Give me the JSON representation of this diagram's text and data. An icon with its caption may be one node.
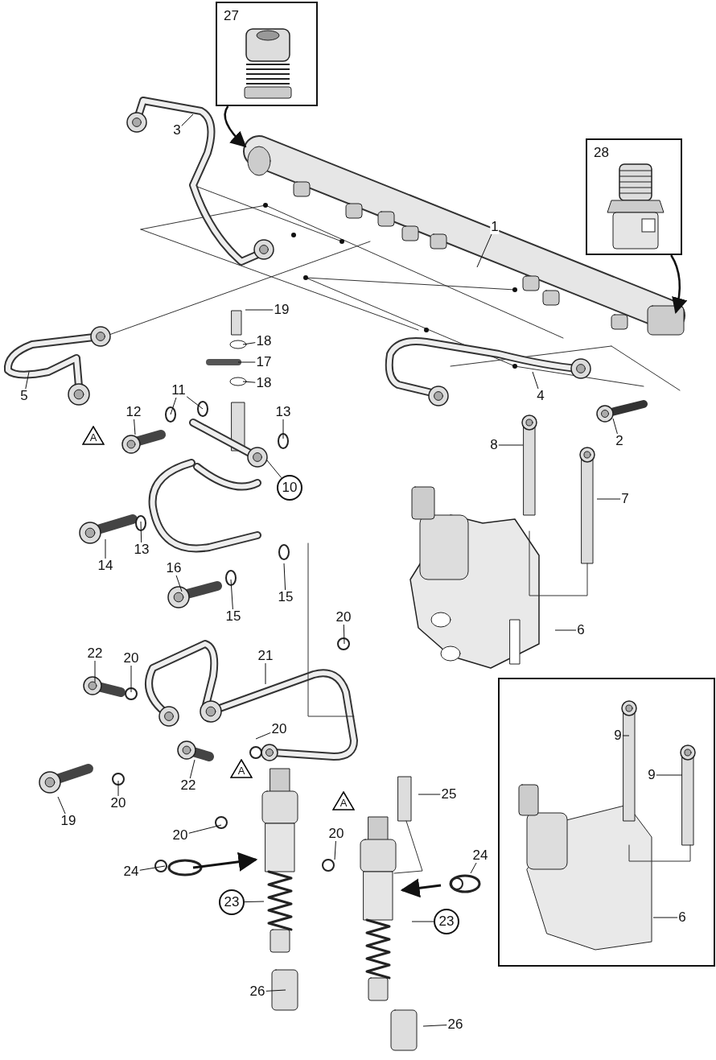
{
  "diagram": {
    "nodes": [
      {
        "text": [
          "27"
        ]
      },
      {
        "text": [
          "28"
        ]
      },
      {
        "text": [
          "3"
        ]
      },
      {
        "text": [
          "1"
        ]
      },
      {
        "text": [
          "19"
        ]
      },
      {
        "text": [
          "18"
        ]
      },
      {
        "text": [
          "17"
        ]
      },
      {
        "text": [
          "18"
        ]
      },
      {
        "text": [
          "5"
        ]
      },
      {
        "text": [
          "11"
        ]
      },
      {
        "text": [
          "4"
        ]
      },
      {
        "text": [
          "12"
        ]
      },
      {
        "text": [
          "13"
        ]
      },
      {
        "text": [
          "A"
        ]
      },
      {
        "text": [
          "2"
        ]
      },
      {
        "text": [
          "8"
        ]
      },
      {
        "text": [
          "10"
        ]
      },
      {
        "text": [
          "7"
        ]
      },
      {
        "text": [
          "14"
        ]
      },
      {
        "text": [
          "13"
        ]
      },
      {
        "text": [
          "16"
        ]
      },
      {
        "text": [
          "15"
        ]
      },
      {
        "text": [
          "15"
        ]
      },
      {
        "text": [
          "20"
        ]
      },
      {
        "text": [
          "6"
        ]
      },
      {
        "text": [
          "22"
        ]
      },
      {
        "text": [
          "20"
        ]
      },
      {
        "text": [
          "21"
        ]
      },
      {
        "text": [
          "20"
        ]
      },
      {
        "text": [
          "9"
        ]
      },
      {
        "text": [
          "A"
        ]
      },
      {
        "text": [
          "22"
        ]
      },
      {
        "text": [
          "9"
        ]
      },
      {
        "text": [
          "20"
        ]
      },
      {
        "text": [
          "19"
        ]
      },
      {
        "text": [
          "A"
        ]
      },
      {
        "text": [
          "25"
        ]
      },
      {
        "text": [
          "20"
        ]
      },
      {
        "text": [
          "20"
        ]
      },
      {
        "text": [
          "24"
        ]
      },
      {
        "text": [
          "24"
        ]
      },
      {
        "text": [
          "6"
        ]
      },
      {
        "text": [
          "23"
        ]
      },
      {
        "text": [
          "23"
        ]
      },
      {
        "text": [
          "26"
        ]
      },
      {
        "text": [
          "26"
        ]
      }
    ],
    "edges": [
      {
        "from": 0,
        "to": null,
        "arrow": "to"
      },
      {
        "from": 1,
        "to": null,
        "arrow": "to"
      },
      {
        "from": 2,
        "to": null,
        "arrow": "none"
      },
      {
        "from": 3,
        "to": null,
        "arrow": "none"
      },
      {
        "from": 4,
        "to": null,
        "arrow": "none"
      },
      {
        "from": 5,
        "to": null,
        "arrow": "none"
      },
      {
        "from": 6,
        "to": null,
        "arrow": "none"
      },
      {
        "from": 7,
        "to": null,
        "arrow": "none"
      },
      {
        "from": 8,
        "to": null,
        "arrow": "none"
      },
      {
        "from": 9,
        "to": null,
        "arrow": "none"
      },
      {
        "from": 9,
        "to": null,
        "arrow": "none"
      },
      {
        "from": 10,
        "to": null,
        "arrow": "none"
      },
      {
        "from": 11,
        "to": null,
        "arrow": "none"
      },
      {
        "from": 12,
        "to": null,
        "arrow": "none"
      },
      {
        "from": 14,
        "to": null,
        "arrow": "none"
      },
      {
        "from": 15,
        "to": null,
        "arrow": "none"
      },
      {
        "from": 16,
        "to": null,
        "arrow": "none"
      },
      {
        "from": 17,
        "to": null,
        "arrow": "none"
      },
      {
        "from": 18,
        "to": null,
        "arrow": "none"
      },
      {
        "from": 19,
        "to": null,
        "arrow": "none"
      },
      {
        "from": 20,
        "to": null,
        "arrow": "none"
      },
      {
        "from": 21,
        "to": null,
        "arrow": "none"
      },
      {
        "from": 22,
        "to": null,
        "arrow": "none"
      },
      {
        "from": 23,
        "to": null,
        "arrow": "none"
      },
      {
        "from": 24,
        "to": null,
        "arrow": "none"
      },
      {
        "from": 25,
        "to": null,
        "arrow": "none"
      },
      {
        "from": 26,
        "to": null,
        "arrow": "none"
      },
      {
        "from": 27,
        "to": null,
        "arrow": "none"
      },
      {
        "from": 28,
        "to": null,
        "arrow": "none"
      },
      {
        "from": 29,
        "to": null,
        "arrow": "none"
      },
      {
        "from": 31,
        "to": null,
        "arrow": "none"
      },
      {
        "from": 32,
        "to": null,
        "arrow": "none"
      },
      {
        "from": 33,
        "to": null,
        "arrow": "none"
      },
      {
        "from": 34,
        "to": null,
        "arrow": "none"
      },
      {
        "from": 36,
        "to": null,
        "arrow": "none"
      },
      {
        "from": 37,
        "to": null,
        "arrow": "none"
      },
      {
        "from": 38,
        "to": null,
        "arrow": "none"
      },
      {
        "from": 39,
        "to": null,
        "arrow": "none"
      },
      {
        "from": 40,
        "to": null,
        "arrow": "none"
      },
      {
        "from": 41,
        "to": null,
        "arrow": "none"
      },
      {
        "from": 42,
        "to": null,
        "arrow": "none"
      },
      {
        "from": 43,
        "to": null,
        "arrow": "none"
      },
      {
        "from": 44,
        "to": null,
        "arrow": "none"
      },
      {
        "from": 45,
        "to": null,
        "arrow": "none"
      }
    ]
  }
}
